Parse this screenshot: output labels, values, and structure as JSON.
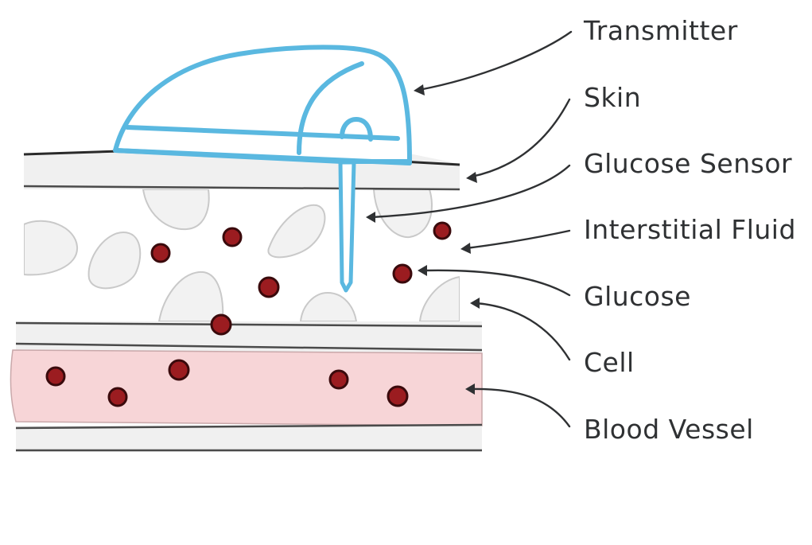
{
  "labels": {
    "transmitter": "Transmitter",
    "skin": "Skin",
    "glucose_sensor": "Glucose Sensor",
    "interstitial_fluid": "Interstitial Fluid",
    "glucose": "Glucose",
    "cell": "Cell",
    "blood_vessel": "Blood Vessel"
  },
  "colors": {
    "transmitter_outline": "#5ab8e0",
    "skin_layer": "#f0f0f0",
    "blood_vessel_fill": "#f7d5d7",
    "glucose_dot": "#9b1c20",
    "cell_fill": "#f2f2f2",
    "label_text": "#2f3133"
  }
}
